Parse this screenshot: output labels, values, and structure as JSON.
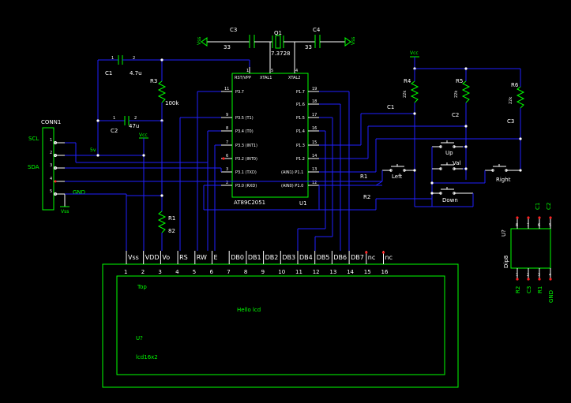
{
  "mcu": {
    "name": "AT89C2051",
    "ref": "U1",
    "top_labels": [
      "RST/VPP",
      "XTAL1",
      "XTAL2"
    ],
    "top_pins": [
      "1",
      "5",
      "4"
    ],
    "left_pins": [
      {
        "num": "11",
        "label": "P3.7"
      },
      {
        "num": "9",
        "label": "P3.5 (T1)"
      },
      {
        "num": "8",
        "label": "P3.4 (T0)"
      },
      {
        "num": "7",
        "label": "P3.3 (INT1)"
      },
      {
        "num": "6",
        "label": "P3.2 (INT0)"
      },
      {
        "num": "3",
        "label": "P3.1 (TXD)"
      },
      {
        "num": "2",
        "label": "P3.0 (RXD)"
      }
    ],
    "right_pins": [
      {
        "num": "19",
        "label": "P1.7"
      },
      {
        "num": "18",
        "label": "P1.6"
      },
      {
        "num": "17",
        "label": "P1.5"
      },
      {
        "num": "16",
        "label": "P1.4"
      },
      {
        "num": "15",
        "label": "P1.3"
      },
      {
        "num": "14",
        "label": "P1.2"
      },
      {
        "num": "13",
        "label": "(AIN1) P1.1"
      },
      {
        "num": "12",
        "label": "(AIN0) P1.0"
      }
    ]
  },
  "crystal": {
    "ref": "Q1",
    "value": "7.3728"
  },
  "cap_c3": {
    "ref": "C3",
    "value": "33"
  },
  "cap_c4": {
    "ref": "C4",
    "value": "33"
  },
  "vcc_label": "Vcc",
  "cap_c1": {
    "ref": "C1",
    "value": "4.7u",
    "p1": "1",
    "p2": "2"
  },
  "cap_c2": {
    "ref": "C2",
    "value": "47u",
    "p1": "1",
    "p2": "2"
  },
  "res_r3": {
    "ref": "R3",
    "value": "100k"
  },
  "res_r1": {
    "ref": "R1",
    "value": "82"
  },
  "res_r4": {
    "ref": "R4",
    "value": "22k"
  },
  "res_r5": {
    "ref": "R5",
    "value": "22k"
  },
  "res_r6": {
    "ref": "R6",
    "value": "22k"
  },
  "net_5v": "5v",
  "connector": {
    "ref": "CONN1",
    "pins": [
      "1",
      "2",
      "3",
      "4",
      "5"
    ],
    "labels": {
      "scl": "SCL",
      "sda": "SDA",
      "gnd": "GND"
    },
    "vss": "Vss"
  },
  "switches": {
    "up": "Up",
    "val": "Val",
    "left": "Left",
    "right": "Right",
    "down": "Down"
  },
  "nets": {
    "c1": "C1",
    "c2": "C2",
    "c3": "C3",
    "r1": "R1",
    "r2": "R2"
  },
  "lcd": {
    "pin_labels": [
      "Vss",
      "VDD",
      "Vo",
      "RS",
      "RW",
      "E",
      "DB0",
      "DB1",
      "DB2",
      "DB3",
      "DB4",
      "DB5",
      "DB6",
      "DB7",
      "nc",
      "nc"
    ],
    "pin_numbers": [
      "1",
      "2",
      "3",
      "4",
      "5",
      "6",
      "7",
      "8",
      "9",
      "10",
      "11",
      "12",
      "13",
      "14",
      "15",
      "16"
    ],
    "top": "Top",
    "text": "Hello lcd",
    "ref": "U?",
    "model": "lcd16x2"
  },
  "dip8": {
    "ref": "U?",
    "name": "Dip8",
    "top_nums": [
      "8",
      "7",
      "6",
      "5"
    ],
    "bot_nums": [
      "1",
      "2",
      "3",
      "4"
    ],
    "top_labels": [
      "C1",
      "C2"
    ],
    "bot_labels": [
      "R2",
      "C3",
      "R1",
      "GND"
    ]
  }
}
